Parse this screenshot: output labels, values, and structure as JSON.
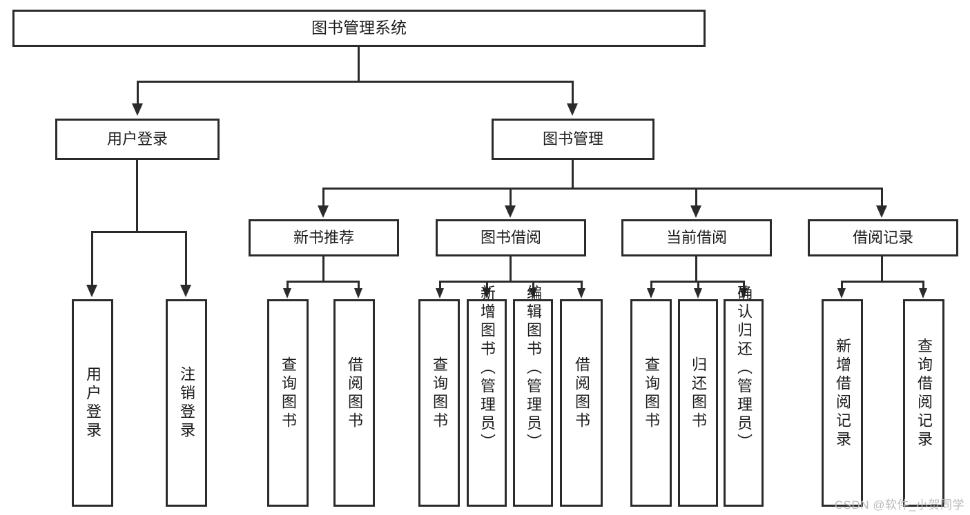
{
  "diagram": {
    "title": "图书管理系统",
    "type": "hierarchy-tree",
    "root": {
      "id": "root",
      "label": "图书管理系统"
    },
    "level2": [
      {
        "id": "user-login",
        "label": "用户登录"
      },
      {
        "id": "book-management",
        "label": "图书管理"
      }
    ],
    "level3": [
      {
        "id": "new-book-recommend",
        "label": "新书推荐"
      },
      {
        "id": "book-borrow",
        "label": "图书借阅"
      },
      {
        "id": "current-borrow",
        "label": "当前借阅"
      },
      {
        "id": "borrow-record",
        "label": "借阅记录"
      }
    ],
    "leaves": {
      "user_login": [
        {
          "id": "leaf-user-login",
          "label": "用户登录"
        },
        {
          "id": "leaf-logout-login",
          "label": "注销登录"
        }
      ],
      "new_book_recommend": [
        {
          "id": "leaf-query-book-1",
          "label": "查询图书"
        },
        {
          "id": "leaf-borrow-book-1",
          "label": "借阅图书"
        }
      ],
      "book_borrow": [
        {
          "id": "leaf-query-book-2",
          "label": "查询图书"
        },
        {
          "id": "leaf-add-book",
          "label": "新增图书（管理员）"
        },
        {
          "id": "leaf-edit-book",
          "label": "编辑图书（管理员）"
        },
        {
          "id": "leaf-borrow-book-2",
          "label": "借阅图书"
        }
      ],
      "current_borrow": [
        {
          "id": "leaf-query-book-3",
          "label": "查询图书"
        },
        {
          "id": "leaf-return-book",
          "label": "归还图书"
        },
        {
          "id": "leaf-confirm-return",
          "label": "确认归还（管理员）"
        }
      ],
      "borrow_record": [
        {
          "id": "leaf-add-borrow-record",
          "label": "新增借阅记录"
        },
        {
          "id": "leaf-query-borrow-record",
          "label": "查询借阅记录"
        }
      ]
    }
  },
  "watermark": {
    "text": "CSDN @软件_小贺同学"
  },
  "colors": {
    "stroke": "#2b2b2b",
    "text": "#1c1c1c",
    "background": "#ffffff",
    "watermark": "#b9b9b9"
  }
}
